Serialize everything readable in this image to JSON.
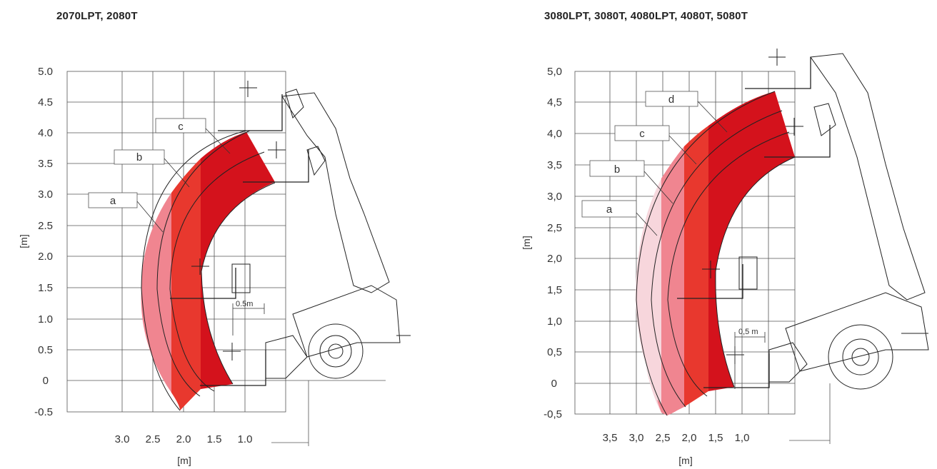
{
  "colors": {
    "zone_a": "#f08590",
    "zone_b": "#e8382e",
    "zone_c": "#d4121c",
    "zone_a_right": "#f7d6dc",
    "zone_b_right": "#f08590",
    "zone_c_right": "#e8382e",
    "zone_d_right": "#d4121c"
  },
  "diagrams": [
    {
      "title": "2070LPT, 2080T",
      "y_unit": "[m]",
      "x_unit": "[m]",
      "y_ticks": [
        "5.0",
        "4.5",
        "4.0",
        "3.5",
        "3.0",
        "2.5",
        "2.0",
        "1.5",
        "1.0",
        "0.5",
        "0",
        "-0.5"
      ],
      "x_ticks": [
        "3.0",
        "2.5",
        "2.0",
        "1.5",
        "1.0"
      ],
      "zone_labels": [
        "a",
        "b",
        "c"
      ],
      "scale_label": "0.5m"
    },
    {
      "title": "3080LPT, 3080T, 4080LPT, 4080T, 5080T",
      "y_unit": "[m]",
      "x_unit": "[m]",
      "y_ticks": [
        "5,0",
        "4,5",
        "4,0",
        "3,5",
        "3,0",
        "2,5",
        "2,0",
        "1,5",
        "1,0",
        "0,5",
        "0",
        "-0,5"
      ],
      "x_ticks": [
        "3,5",
        "3,0",
        "2,5",
        "2,0",
        "1,5",
        "1,0"
      ],
      "zone_labels": [
        "a",
        "b",
        "c",
        "d"
      ],
      "scale_label": "0,5 m"
    }
  ]
}
